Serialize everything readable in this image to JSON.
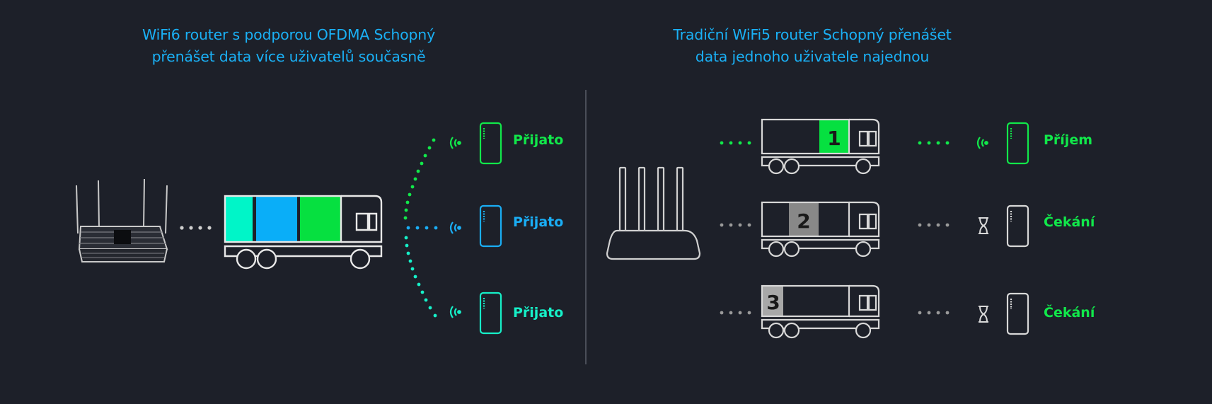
{
  "left": {
    "title_line1": "WiFi6 router s podporou OFDMA Schopný",
    "title_line2": "přenášet data více uživatelů současně",
    "devices": [
      {
        "status": "Přijato",
        "color": "#11e84a"
      },
      {
        "status": "Přijato",
        "color": "#1aaef5"
      },
      {
        "status": "Přijato",
        "color": "#16f0c8"
      }
    ],
    "cargo_colors": [
      "#00f5c8",
      "#0aaef8",
      "#06e040"
    ]
  },
  "right": {
    "title_line1": "Tradiční WiFi5 router Schopný přenášet",
    "title_line2": "data jednoho uživatele najednou",
    "trucks": [
      {
        "number": "1",
        "box_color": "#06e040"
      },
      {
        "number": "2",
        "box_color": "#888888"
      },
      {
        "number": "3",
        "box_color": "#a8a8a8"
      }
    ],
    "devices": [
      {
        "status": "Příjem",
        "color": "#11e84a",
        "icon": "wifi-signal-icon"
      },
      {
        "status": "Čekání",
        "color": "#11e84a",
        "icon": "hourglass-icon"
      },
      {
        "status": "Čekání",
        "color": "#11e84a",
        "icon": "hourglass-icon"
      }
    ]
  },
  "colors": {
    "background": "#1d2029",
    "title": "#1ab0f5",
    "line_art": "#d8d8d8",
    "divider": "#4a4e58"
  }
}
